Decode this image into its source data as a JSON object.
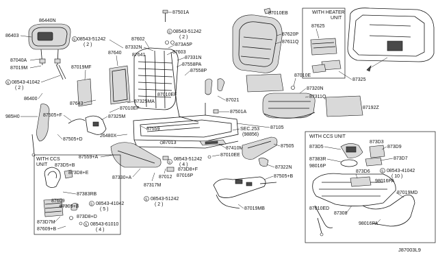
{
  "labels": {
    "l86440N": "86440N",
    "l86403": "86403",
    "l87040A": "87040A",
    "l87019M": "87019M",
    "l08543_41042_top": "08543-41042",
    "l08543_41042_top_q": "( 2 )",
    "l86400": "86400",
    "l985H0": "985H0",
    "l87019MF": "87019MF",
    "l87643": "87643",
    "l87505F": "87505+F",
    "l87505D": "87505+D",
    "l08543_51242_a": "08543-51242",
    "l08543_51242_a_q": "( 2 )",
    "l87602": "87602",
    "l87640": "87640",
    "l87641": "87641",
    "l87332N": "87332N",
    "l87501A_top": "87501A",
    "l08543_51242_b": "08543-51242",
    "l08543_51242_b_q": "( 2 )",
    "l873A5P": "873A5P",
    "l87603": "87603",
    "l87331N": "87331N",
    "l87558PA": "87558PA",
    "l87558P": "87558P",
    "l87010EF_a": "87010EF",
    "l87325MA": "87325MA",
    "l87010EF_b": "87010EF",
    "l87325M": "87325M",
    "l26480X": "26480X",
    "l87559": "87559",
    "l87559A": "87559+A",
    "l87013": "87013",
    "l87021": "87021",
    "l87501A_mid": "87501A",
    "lSEC253": "SEC.253",
    "lSEC253b": "(98856)",
    "l87105": "87105",
    "l87410M": "87410M",
    "l87010EE": "87010EE",
    "l08543_51242_c": "08543-51242",
    "l08543_51242_c_q": "( 4 )",
    "l87330A": "87330+A",
    "l873D8F": "873D8+F",
    "l87016P": "87016P",
    "l87012": "87012",
    "l87317M": "87317M",
    "l08543_51242_d": "08543-51242",
    "l08543_51242_d_q": "( 2 )",
    "l87010EB": "87010EB",
    "l87620P": "87620P",
    "l87611Q": "87611Q",
    "lWithHeater1": "WITH HEATER",
    "lWithHeater2": "UNIT",
    "l87625": "87625",
    "l87325": "87325",
    "l87010E": "87010E",
    "l87320N": "87320N",
    "l87311Q": "87311Q",
    "l87192Z": "87192Z",
    "l87505": "87505",
    "l87322N": "87322N",
    "l87505B": "87505+B",
    "l87019MB": "87019MB",
    "lWithCCS_left1": "WITH CCS",
    "lWithCCS_left2": "UNIT",
    "l873D5B": "873D5+B",
    "l873D8E": "873D8+E",
    "l87383RB": "87383RB",
    "l87609": "87609",
    "l87309B": "87309+B",
    "l08543_41042_l": "08543-41042",
    "l08543_41042_l_q": "( 5 )",
    "l873D7M": "873D7M",
    "l873D8D": "873D8+D",
    "l87609B": "87609+B",
    "l08543_61010": "08543-61010",
    "l08543_61010_q": "( 4 )",
    "lWithCCS_right": "WITH CCS UNIT",
    "l873D3": "873D3",
    "l873D5": "873D5",
    "l873D9": "873D9",
    "l87383R": "87383R",
    "l873D7": "873D7",
    "l98016P": "98016P",
    "l873D6": "873D6",
    "l08543_41042_r": "08543-41042",
    "l08543_41042_r_q": "( 10 )",
    "l98016PA_a": "98016PA",
    "l87019MD": "87019MD",
    "l87010ED": "87010ED",
    "l87308": "87308",
    "l98016PA_b": "98016PA",
    "lRef": "J87003L9",
    "sym_S": "S"
  }
}
